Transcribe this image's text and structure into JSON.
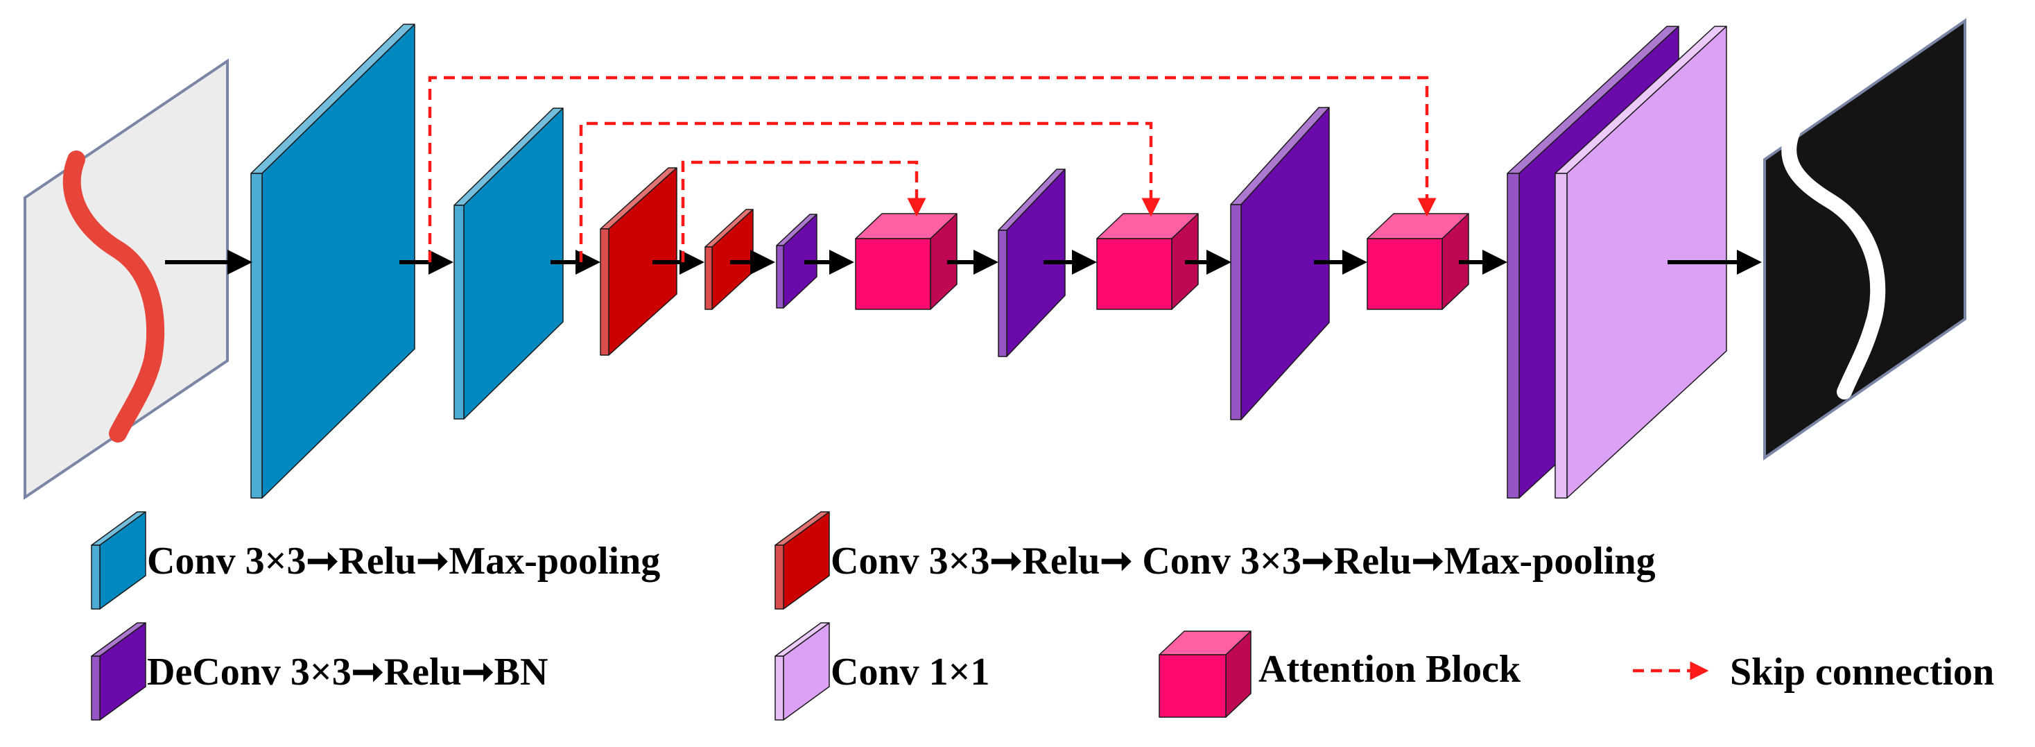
{
  "colors": {
    "conv_maxpool": "#0088c0",
    "conv_conv_maxpool": "#cc0000",
    "deconv": "#6a0aaa",
    "conv1x1": "#dca0f5",
    "attention": "#ff0a6e",
    "skip": "#ff1a1a",
    "arrow": "#000000",
    "input_background": "#ececec",
    "input_vessel": "#e8453a",
    "output_background": "#141414",
    "output_vessel": "#ffffff"
  },
  "legend": {
    "conv_maxpool": "Conv 3×3➞Relu➞Max-pooling",
    "conv_conv_maxpool": "Conv 3×3➞Relu➞ Conv 3×3➞Relu➞Max-pooling",
    "deconv": "DeConv 3×3➞Relu➞BN",
    "conv1x1": "Conv 1×1",
    "attention": "Attention Block",
    "skip": "Skip connection"
  },
  "icons": {
    "input": "input-image-icon",
    "output": "output-mask-icon"
  }
}
